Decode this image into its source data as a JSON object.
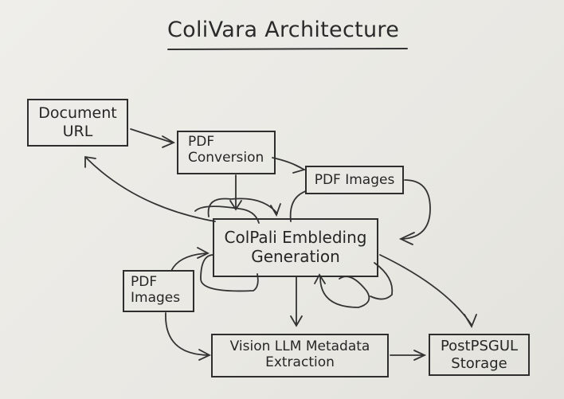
{
  "title": "ColiVara Architecture",
  "nodes": {
    "document_url": {
      "line1": "Document",
      "line2": "URL"
    },
    "pdf_conversion": {
      "line1": "PDF",
      "line2": "Conversion"
    },
    "pdf_images_top": {
      "line1": "PDF Images"
    },
    "colpali": {
      "line1": "ColPali Embleding",
      "line2": "Generation"
    },
    "pdf_images_left": {
      "line1": "PDF",
      "line2": "Images"
    },
    "vision_llm": {
      "line1": "Vision LLM Metadata",
      "line2": "Extraction"
    },
    "storage": {
      "line1": "PostPSGUL",
      "line2": "Storage"
    }
  },
  "colors": {
    "ink": "#2e2e2e",
    "paper": "#ecebe7"
  }
}
